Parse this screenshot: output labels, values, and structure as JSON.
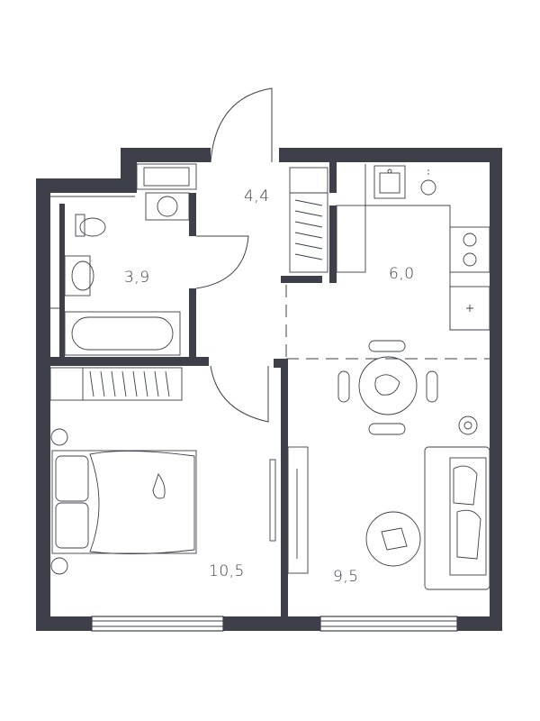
{
  "colors": {
    "wall": "#3d4049",
    "line": "#3d4049",
    "background": "#ffffff"
  },
  "rooms": {
    "hall": {
      "area": "4,4"
    },
    "bathroom": {
      "area": "3,9"
    },
    "kitchen": {
      "area": "6,0"
    },
    "bedroom": {
      "area": "10,5"
    },
    "living": {
      "area": "9,5"
    }
  },
  "fixtures": [
    "washing-machine",
    "toilet",
    "sink",
    "bathtub",
    "wardrobe",
    "kitchen-sink",
    "stove",
    "refrigerator",
    "dining-table",
    "chairs",
    "double-bed",
    "sofa",
    "coffee-table",
    "tv",
    "plant"
  ]
}
